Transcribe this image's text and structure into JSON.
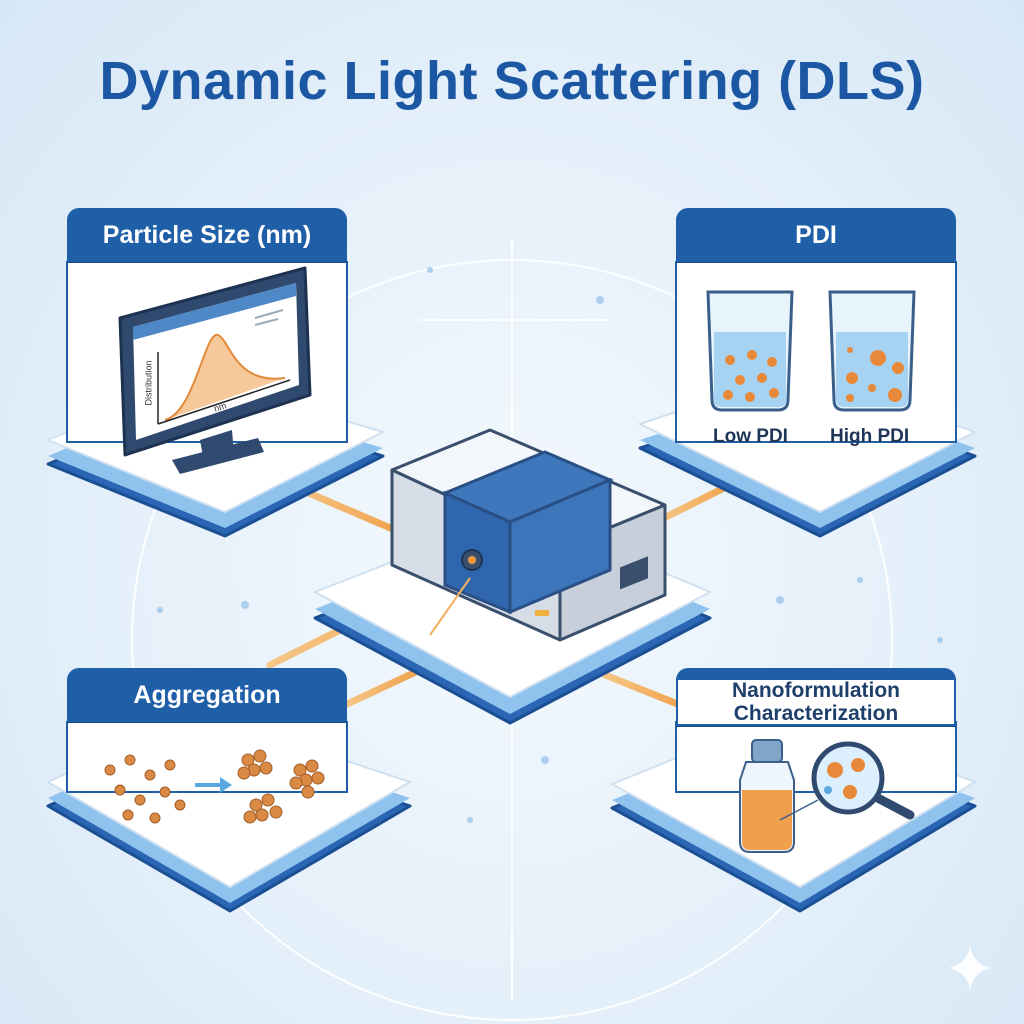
{
  "title": "Dynamic Light Scattering (DLS)",
  "panels": {
    "particle_size": {
      "header": "Particle Size (nm)",
      "y_axis": "Distribution",
      "x_axis": "nm"
    },
    "pdi": {
      "header": "PDI",
      "low_label": "Low PDI",
      "high_label": "High PDI"
    },
    "aggregation": {
      "header": "Aggregation"
    },
    "nanoformulation": {
      "header_line1": "Nanoformulation",
      "header_line2": "Characterization"
    }
  },
  "colors": {
    "brand": "#1f5fa8",
    "laser": "#f3a23f",
    "particle": "#e08a3a",
    "background": "#e3eff9"
  }
}
